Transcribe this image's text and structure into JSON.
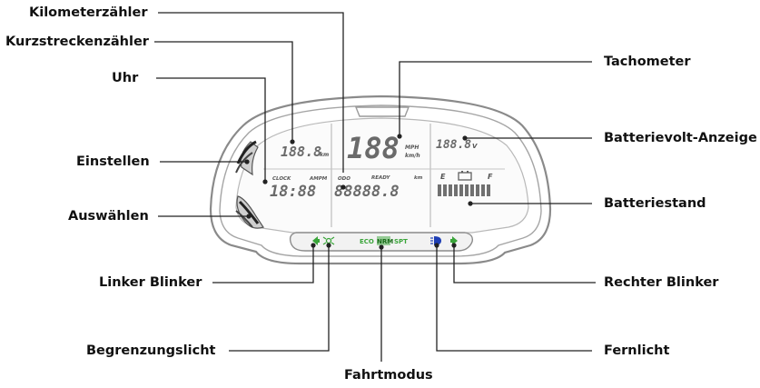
{
  "callouts": {
    "kilometerzaehler": "Kilometerzähler",
    "kurzstreckenzaehler": "Kurzstreckenzähler",
    "uhr": "Uhr",
    "einstellen": "Einstellen",
    "auswaehlen": "Auswählen",
    "linker_blinker": "Linker Blinker",
    "begrenzungslicht": "Begrenzungslicht",
    "fahrtmodus": "Fahrtmodus",
    "fernlicht": "Fernlicht",
    "rechter_blinker": "Rechter Blinker",
    "batteriestand": "Batteriestand",
    "batterievolt_anzeige": "Batterievolt-Anzeige",
    "tachometer": "Tachometer"
  },
  "display": {
    "trip": "188.8",
    "trip_unit": "km",
    "clock_label": "CLOCK",
    "ampm_label": "AMPM",
    "clock": "18:88",
    "speed": "188",
    "speed_unit_mph": "MPH",
    "speed_unit_kmh": "km/h",
    "odo_label": "ODO",
    "ready_label": "READY",
    "odo_unit": "km",
    "odo": "88888.8",
    "volt": "188.8",
    "volt_unit": "V",
    "battery_empty": "E",
    "battery_full": "F",
    "mode_eco": "ECO",
    "mode_nrm": "NRM",
    "mode_spt": "SPT"
  },
  "colors": {
    "indicator_green": "#3aa53a",
    "high_beam_blue": "#1f3fb5",
    "leader_line": "#222222",
    "outline": "#7a7a7a"
  }
}
